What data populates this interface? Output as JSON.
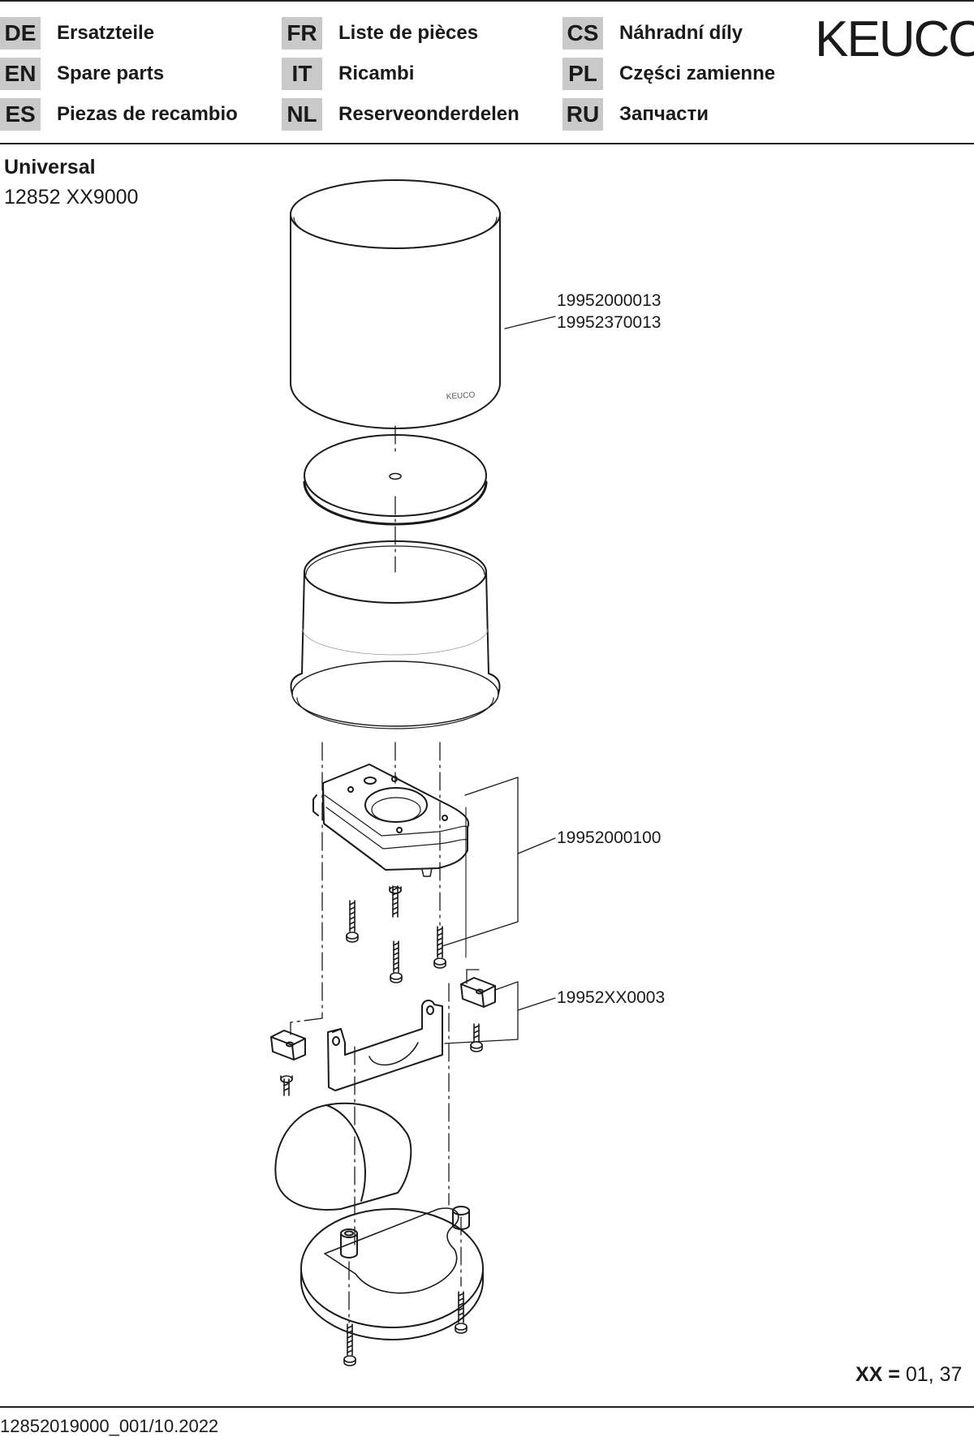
{
  "header": {
    "languages": [
      {
        "code": "DE",
        "label": "Ersatzteile"
      },
      {
        "code": "EN",
        "label": "Spare parts"
      },
      {
        "code": "ES",
        "label": "Piezas de recambio"
      },
      {
        "code": "FR",
        "label": "Liste de pièces"
      },
      {
        "code": "IT",
        "label": "Ricambi"
      },
      {
        "code": "NL",
        "label": "Reserveonderdelen"
      },
      {
        "code": "CS",
        "label": "Náhradní díly"
      },
      {
        "code": "PL",
        "label": "Części zamienne"
      },
      {
        "code": "RU",
        "label": "Запчасти"
      }
    ],
    "logo": "KEUCO"
  },
  "product": {
    "name": "Universal",
    "number": "12852 XX9000"
  },
  "parts": [
    {
      "numbers": [
        "19952000013",
        "19952370013"
      ]
    },
    {
      "numbers": [
        "19952000100"
      ]
    },
    {
      "numbers": [
        "19952XX0003"
      ]
    }
  ],
  "drawing": {
    "cover_mark": "KEUCO"
  },
  "legend": {
    "key": "XX =",
    "values": "01, 37"
  },
  "footer": {
    "doc_id": "12852019000_001/10.2022"
  }
}
